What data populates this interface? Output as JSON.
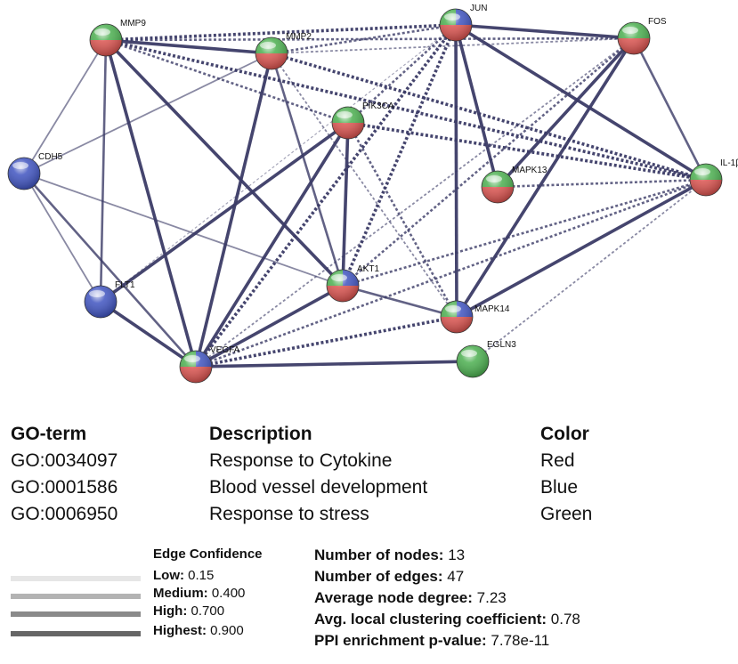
{
  "network": {
    "nodes": [
      {
        "id": "MMP9",
        "label": "MMP9",
        "colors": [
          "#d9534f",
          "#4caf50"
        ],
        "label_pos": "above-right"
      },
      {
        "id": "MMP2",
        "label": "MMP2",
        "colors": [
          "#d9534f",
          "#4caf50"
        ],
        "label_pos": "above-right"
      },
      {
        "id": "JUN",
        "label": "JUN",
        "colors": [
          "#d9534f",
          "#4054c0",
          "#4caf50"
        ],
        "label_pos": "above-right"
      },
      {
        "id": "FOS",
        "label": "FOS",
        "colors": [
          "#d9534f",
          "#4caf50"
        ],
        "label_pos": "above-right"
      },
      {
        "id": "PIK3CA",
        "label": "PIK3CA",
        "colors": [
          "#d9534f",
          "#4caf50"
        ],
        "label_pos": "above-right"
      },
      {
        "id": "CDH5",
        "label": "CDH5",
        "colors": [
          "#4054c0"
        ],
        "label_pos": "above-right"
      },
      {
        "id": "IL1B",
        "label": "IL-1β",
        "colors": [
          "#d9534f",
          "#4caf50"
        ],
        "label_pos": "above-right"
      },
      {
        "id": "MAPK13",
        "label": "MAPK13",
        "colors": [
          "#d9534f",
          "#4caf50"
        ],
        "label_pos": "above-right"
      },
      {
        "id": "FLT1",
        "label": "FLT1",
        "colors": [
          "#4054c0"
        ],
        "label_pos": "above-right"
      },
      {
        "id": "AKT1",
        "label": "AKT1",
        "colors": [
          "#d9534f",
          "#4054c0",
          "#4caf50"
        ],
        "label_pos": "above-right"
      },
      {
        "id": "MAPK14",
        "label": "MAPK14",
        "colors": [
          "#d9534f",
          "#4054c0",
          "#4caf50"
        ],
        "label_pos": "right"
      },
      {
        "id": "EGLN3",
        "label": "EGLN3",
        "colors": [
          "#4caf50"
        ],
        "label_pos": "above-right"
      },
      {
        "id": "VEGFA",
        "label": "VEGFA",
        "colors": [
          "#d9534f",
          "#4054c0",
          "#4caf50"
        ],
        "label_pos": "above-right"
      }
    ],
    "edges": [
      {
        "source": "MMP9",
        "target": "MMP2",
        "confidence": "highest",
        "dashed": false
      },
      {
        "source": "MMP9",
        "target": "JUN",
        "confidence": "highest",
        "dashed": true
      },
      {
        "source": "MMP9",
        "target": "FOS",
        "confidence": "high",
        "dashed": true
      },
      {
        "source": "MMP9",
        "target": "CDH5",
        "confidence": "medium",
        "dashed": false
      },
      {
        "source": "MMP9",
        "target": "FLT1",
        "confidence": "high",
        "dashed": false
      },
      {
        "source": "MMP9",
        "target": "VEGFA",
        "confidence": "highest",
        "dashed": false
      },
      {
        "source": "MMP9",
        "target": "AKT1",
        "confidence": "highest",
        "dashed": false
      },
      {
        "source": "MMP9",
        "target": "IL1B",
        "confidence": "highest",
        "dashed": true
      },
      {
        "source": "MMP9",
        "target": "PIK3CA",
        "confidence": "high",
        "dashed": true
      },
      {
        "source": "MMP2",
        "target": "JUN",
        "confidence": "high",
        "dashed": true
      },
      {
        "source": "MMP2",
        "target": "FOS",
        "confidence": "medium",
        "dashed": true
      },
      {
        "source": "MMP2",
        "target": "VEGFA",
        "confidence": "highest",
        "dashed": false
      },
      {
        "source": "MMP2",
        "target": "AKT1",
        "confidence": "high",
        "dashed": false
      },
      {
        "source": "MMP2",
        "target": "IL1B",
        "confidence": "highest",
        "dashed": true
      },
      {
        "source": "MMP2",
        "target": "CDH5",
        "confidence": "medium",
        "dashed": false
      },
      {
        "source": "MMP2",
        "target": "MAPK14",
        "confidence": "medium",
        "dashed": true
      },
      {
        "source": "JUN",
        "target": "FOS",
        "confidence": "highest",
        "dashed": false
      },
      {
        "source": "JUN",
        "target": "MAPK13",
        "confidence": "highest",
        "dashed": false
      },
      {
        "source": "JUN",
        "target": "MAPK14",
        "confidence": "highest",
        "dashed": false
      },
      {
        "source": "JUN",
        "target": "IL1B",
        "confidence": "highest",
        "dashed": false
      },
      {
        "source": "JUN",
        "target": "AKT1",
        "confidence": "highest",
        "dashed": true
      },
      {
        "source": "JUN",
        "target": "VEGFA",
        "confidence": "highest",
        "dashed": true
      },
      {
        "source": "JUN",
        "target": "PIK3CA",
        "confidence": "high",
        "dashed": true
      },
      {
        "source": "JUN",
        "target": "FLT1",
        "confidence": "low",
        "dashed": true
      },
      {
        "source": "FOS",
        "target": "IL1B",
        "confidence": "high",
        "dashed": false
      },
      {
        "source": "FOS",
        "target": "MAPK13",
        "confidence": "highest",
        "dashed": false
      },
      {
        "source": "FOS",
        "target": "MAPK14",
        "confidence": "highest",
        "dashed": false
      },
      {
        "source": "FOS",
        "target": "AKT1",
        "confidence": "high",
        "dashed": true
      },
      {
        "source": "FOS",
        "target": "VEGFA",
        "confidence": "medium",
        "dashed": true
      },
      {
        "source": "PIK3CA",
        "target": "AKT1",
        "confidence": "highest",
        "dashed": false
      },
      {
        "source": "PIK3CA",
        "target": "VEGFA",
        "confidence": "highest",
        "dashed": false
      },
      {
        "source": "PIK3CA",
        "target": "FLT1",
        "confidence": "highest",
        "dashed": false
      },
      {
        "source": "PIK3CA",
        "target": "IL1B",
        "confidence": "highest",
        "dashed": true
      },
      {
        "source": "PIK3CA",
        "target": "MAPK14",
        "confidence": "high",
        "dashed": true
      },
      {
        "source": "CDH5",
        "target": "FLT1",
        "confidence": "medium",
        "dashed": false
      },
      {
        "source": "CDH5",
        "target": "VEGFA",
        "confidence": "high",
        "dashed": false
      },
      {
        "source": "CDH5",
        "target": "AKT1",
        "confidence": "medium",
        "dashed": false
      },
      {
        "source": "FLT1",
        "target": "VEGFA",
        "confidence": "highest",
        "dashed": false
      },
      {
        "source": "AKT1",
        "target": "VEGFA",
        "confidence": "highest",
        "dashed": false
      },
      {
        "source": "AKT1",
        "target": "MAPK14",
        "confidence": "high",
        "dashed": false
      },
      {
        "source": "AKT1",
        "target": "IL1B",
        "confidence": "high",
        "dashed": true
      },
      {
        "source": "MAPK13",
        "target": "IL1B",
        "confidence": "high",
        "dashed": true
      },
      {
        "source": "MAPK14",
        "target": "IL1B",
        "confidence": "highest",
        "dashed": false
      },
      {
        "source": "VEGFA",
        "target": "MAPK14",
        "confidence": "highest",
        "dashed": true
      },
      {
        "source": "VEGFA",
        "target": "IL1B",
        "confidence": "high",
        "dashed": true
      },
      {
        "source": "VEGFA",
        "target": "EGLN3",
        "confidence": "highest",
        "dashed": false
      },
      {
        "source": "EGLN3",
        "target": "IL1B",
        "confidence": "medium",
        "dashed": true
      }
    ]
  },
  "go_table": {
    "headers": {
      "term": "GO-term",
      "description": "Description",
      "color": "Color"
    },
    "rows": [
      {
        "term": "GO:0034097",
        "description": "Response to Cytokine",
        "color": "Red"
      },
      {
        "term": "GO:0001586",
        "description": "Blood vessel development",
        "color": "Blue"
      },
      {
        "term": "GO:0006950",
        "description": "Response to stress",
        "color": "Green"
      }
    ]
  },
  "legend": {
    "title": "Edge Confidence",
    "items": [
      {
        "label": "Low:",
        "value": "0.15",
        "color": "#e6e6e6"
      },
      {
        "label": "Medium:",
        "value": "0.400",
        "color": "#b3b3b3"
      },
      {
        "label": "High:",
        "value": "0.700",
        "color": "#8a8a8a"
      },
      {
        "label": "Highest:",
        "value": "0.900",
        "color": "#666666"
      }
    ]
  },
  "stats": [
    {
      "label": "Number of nodes:",
      "value": "13"
    },
    {
      "label": "Number of edges:",
      "value": "47"
    },
    {
      "label": "Average node degree:",
      "value": "7.23"
    },
    {
      "label": "Avg. local clustering coefficient:",
      "value": "0.78"
    },
    {
      "label": "PPI enrichment p-value:",
      "value": "7.78e-11"
    }
  ],
  "colors": {
    "red": "#d9534f",
    "blue": "#4054c0",
    "green": "#4caf50",
    "edge": "#3b3b66"
  }
}
